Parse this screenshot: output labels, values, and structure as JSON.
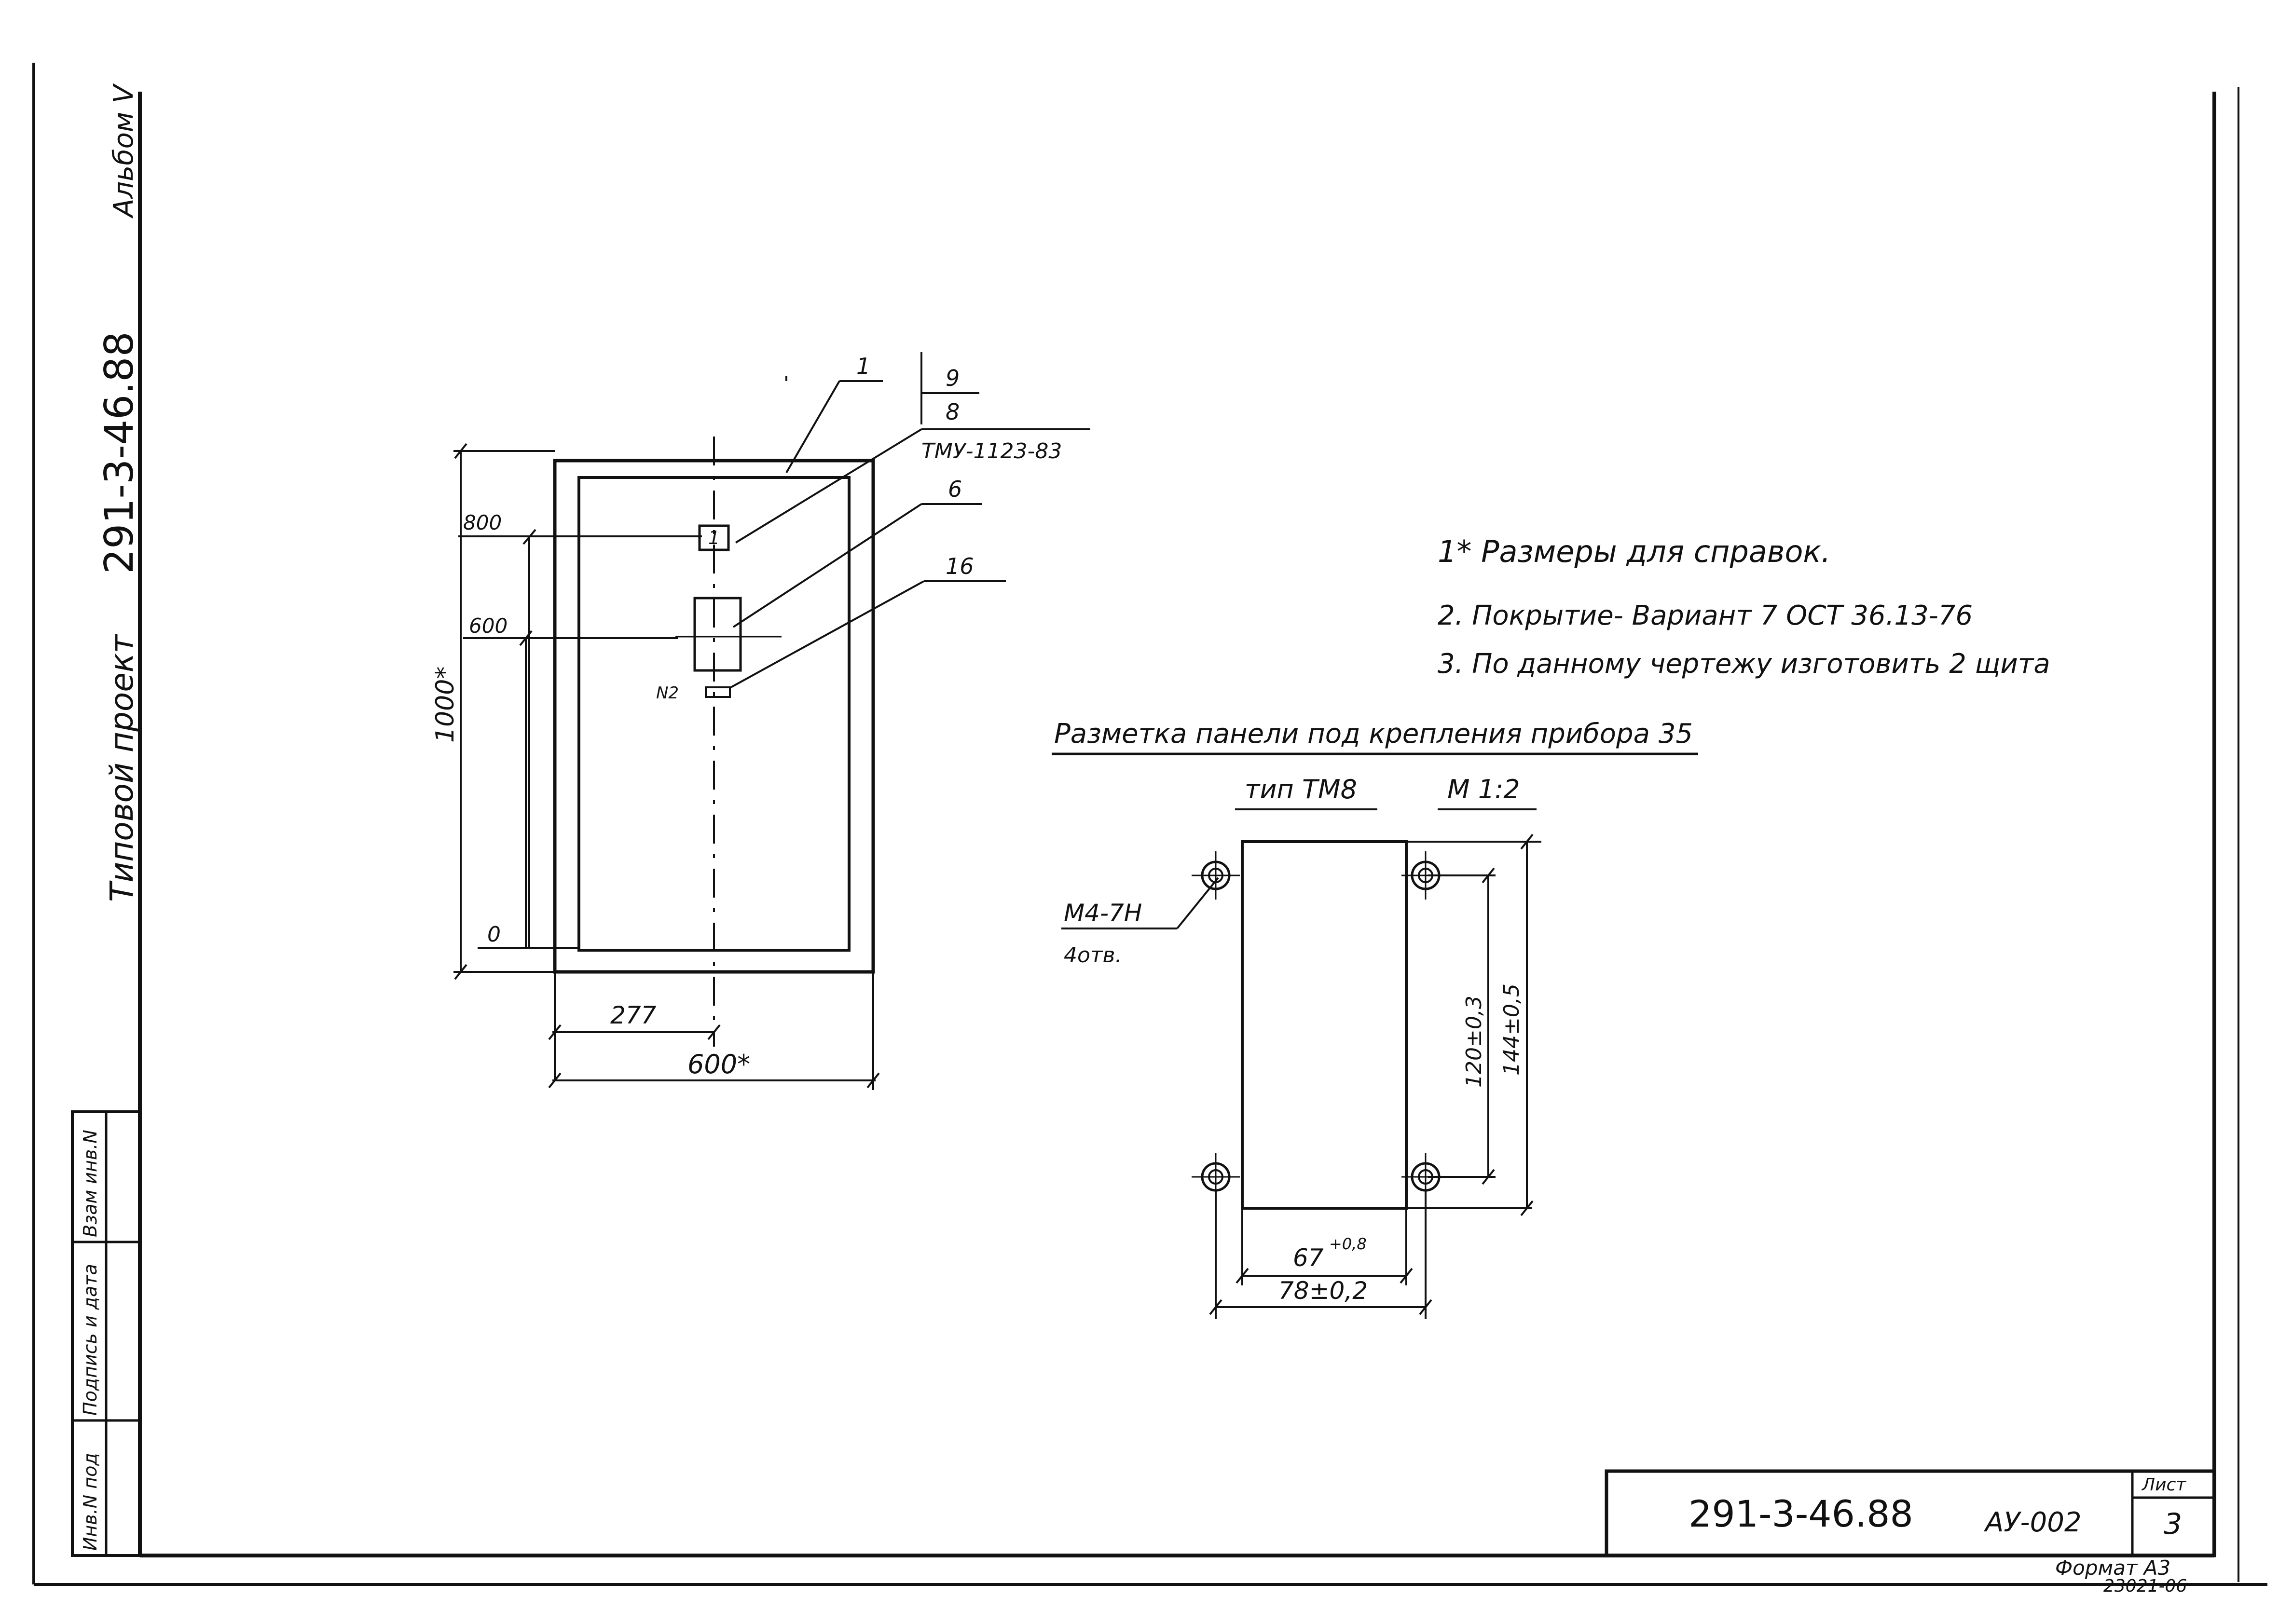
{
  "margin": {
    "album": "Альбом V",
    "project_label": "Типовой проект",
    "project_code": "291-3-46.88"
  },
  "side_stamp": {
    "cells": [
      "Инв.N под",
      "Подпись и дата",
      "Взам инв.N"
    ]
  },
  "panel": {
    "dims": {
      "height": "1000*",
      "width": "600*",
      "offset_x": "277",
      "level_800": "800",
      "level_600": "600",
      "level_0": "0"
    },
    "device_1_label": "1",
    "nameplate_label": "N2",
    "callouts": [
      "1",
      "9",
      "8",
      "ТМУ-1123-83",
      "6",
      "16"
    ]
  },
  "notes": [
    "1* Размеры для справок.",
    "2. Покрытие- Вариант 7   ОСТ 36.13-76",
    "3. По данному чертежу изготовить 2 щита"
  ],
  "marking": {
    "title": "Разметка панели под крепления прибора 35",
    "type_label": "тип ТМ8",
    "scale_label": "М 1:2",
    "thread_label": "М4-7Н",
    "holes_label": "4отв.",
    "dims": {
      "v_inner": "120±0,3",
      "v_outer": "144±0,5",
      "h_inner": "67",
      "h_inner_tol": "+0,8",
      "h_outer": "78±0,2"
    }
  },
  "title_block": {
    "code": "291-3-46.88",
    "doc": "АУ-002",
    "sheet_label": "Лист",
    "sheet_number": "3",
    "format": "Формат А3",
    "order": "23021-06"
  }
}
